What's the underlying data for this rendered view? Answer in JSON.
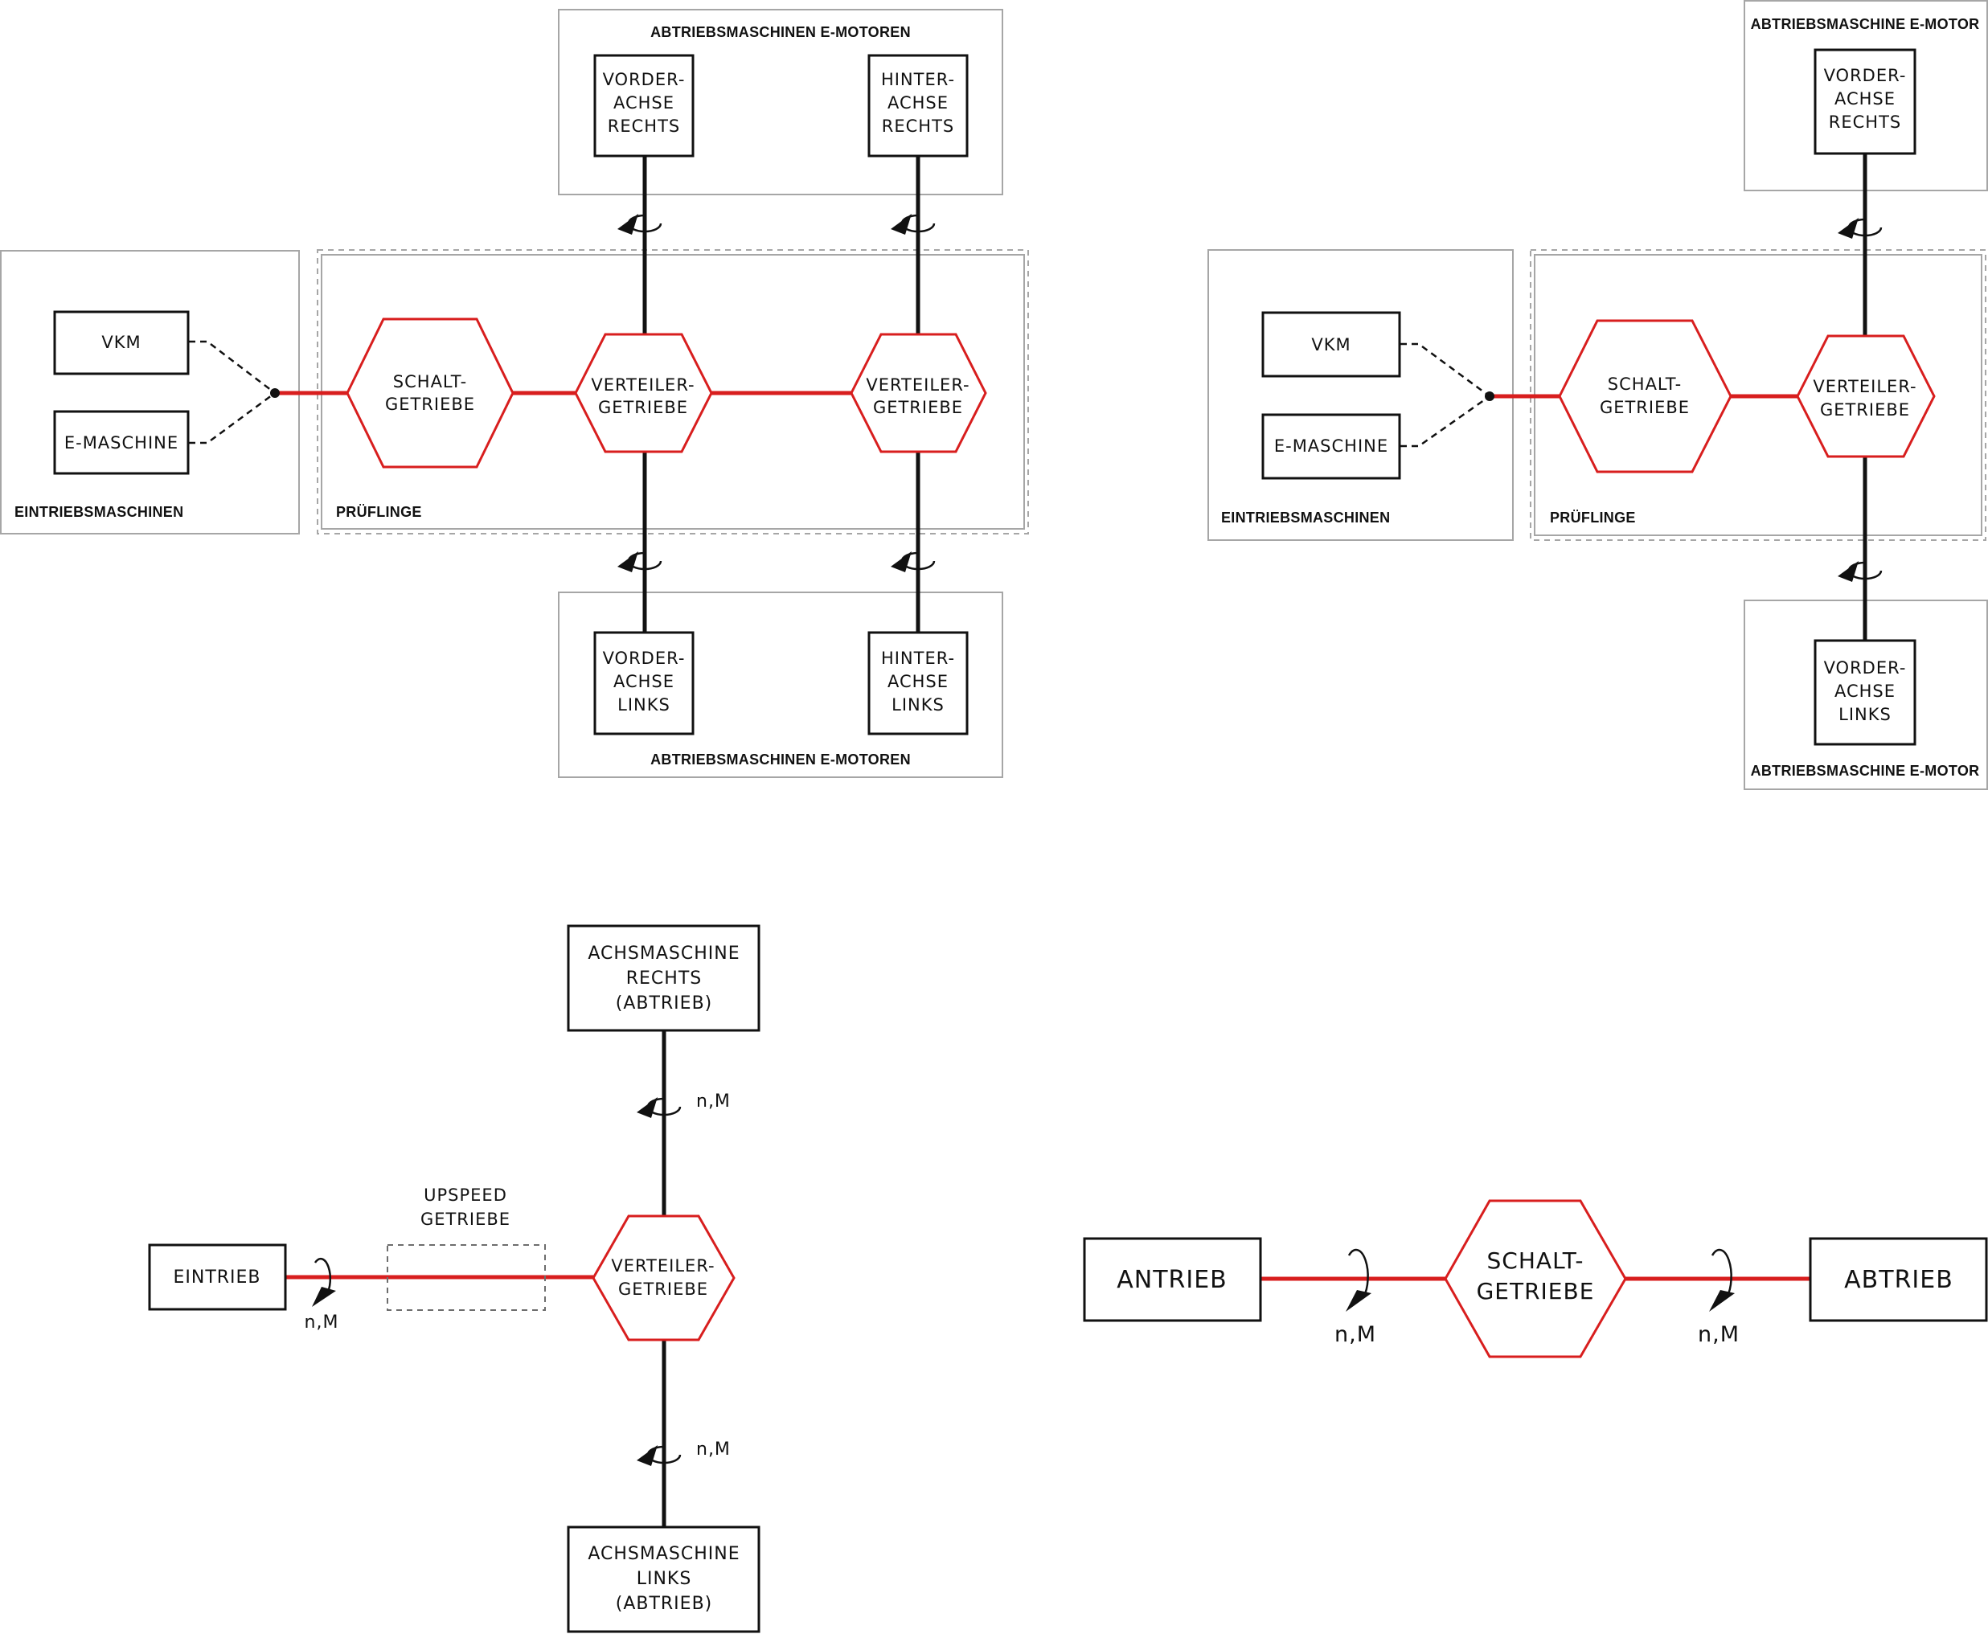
{
  "diagram1": {
    "eintrieb_group": "EINTRIEBSMASCHINEN",
    "pruefling_group": "PRÜFLINGE",
    "abtrieb_top_group": "ABTRIEBSMASCHINEN E-MOTOREN",
    "abtrieb_bottom_group": "ABTRIEBSMASCHINEN E-MOTOREN",
    "vkm": "VKM",
    "emaschine": "E-MASCHINE",
    "schalt": [
      "SCHALT-",
      "GETRIEBE"
    ],
    "verteiler1": [
      "VERTEILER-",
      "GETRIEBE"
    ],
    "verteiler2": [
      "VERTEILER-",
      "GETRIEBE"
    ],
    "va_rechts": [
      "VORDER-",
      "ACHSE",
      "RECHTS"
    ],
    "ha_rechts": [
      "HINTER-",
      "ACHSE",
      "RECHTS"
    ],
    "va_links": [
      "VORDER-",
      "ACHSE",
      "LINKS"
    ],
    "ha_links": [
      "HINTER-",
      "ACHSE",
      "LINKS"
    ]
  },
  "diagram2": {
    "eintrieb_group": "EINTRIEBSMASCHINEN",
    "pruefling_group": "PRÜFLINGE",
    "abtrieb_top_group": "ABTRIEBSMASCHINE E-MOTOR",
    "abtrieb_bottom_group": "ABTRIEBSMASCHINE E-MOTOR",
    "vkm": "VKM",
    "emaschine": "E-MASCHINE",
    "schalt": [
      "SCHALT-",
      "GETRIEBE"
    ],
    "verteiler": [
      "VERTEILER-",
      "GETRIEBE"
    ],
    "va_rechts": [
      "VORDER-",
      "ACHSE",
      "RECHTS"
    ],
    "va_links": [
      "VORDER-",
      "ACHSE",
      "LINKS"
    ]
  },
  "diagram3": {
    "eintrieb": "EINTRIEB",
    "upspeed": [
      "UPSPEED",
      "GETRIEBE"
    ],
    "verteiler": [
      "VERTEILER-",
      "GETRIEBE"
    ],
    "achs_rechts": [
      "ACHSMASCHINE",
      "RECHTS",
      "(ABTRIEB)"
    ],
    "achs_links": [
      "ACHSMASCHINE",
      "LINKS",
      "(ABTRIEB)"
    ],
    "nm_eintrieb": "n,M",
    "nm_rechts": "n,M",
    "nm_links": "n,M"
  },
  "diagram4": {
    "antrieb": "ANTRIEB",
    "abtrieb": "ABTRIEB",
    "schalt": [
      "SCHALT-",
      "GETRIEBE"
    ],
    "nm_left": "n,M",
    "nm_right": "n,M"
  },
  "colors": {
    "accent_red": "#d81e1e",
    "frame_gray": "#a6a6a6",
    "ink": "#111111"
  }
}
